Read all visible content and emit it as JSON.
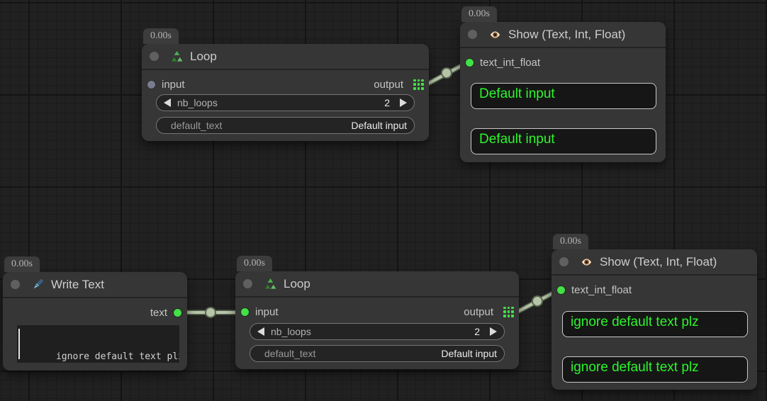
{
  "colors": {
    "accent_green": "#44e048",
    "value_green": "#2cf52c",
    "link": "#b6c4a8",
    "link_outline": "#5a6650",
    "node_bg": "#363636",
    "canvas_bg": "#212121"
  },
  "nodes": {
    "loop_top": {
      "badge": "0.00s",
      "icon": "recycle-icon",
      "title": "Loop",
      "input_label": "input",
      "output_label": "output",
      "nb_loops_label": "nb_loops",
      "nb_loops_value": "2",
      "default_text_label": "default_text",
      "default_text_value": "Default input"
    },
    "show_top": {
      "badge": "0.00s",
      "icon": "eye-icon",
      "title": "Show (Text, Int, Float)",
      "input_label": "text_int_float",
      "display_1": "Default input",
      "display_2": "Default input"
    },
    "write_text": {
      "badge": "0.00s",
      "icon": "pen-icon",
      "title": "Write Text",
      "output_label": "text",
      "text_value": "ignore default text plz"
    },
    "loop_bottom": {
      "badge": "0.00s",
      "icon": "recycle-icon",
      "title": "Loop",
      "input_label": "input",
      "output_label": "output",
      "nb_loops_label": "nb_loops",
      "nb_loops_value": "2",
      "default_text_label": "default_text",
      "default_text_value": "Default input"
    },
    "show_bottom": {
      "badge": "0.00s",
      "icon": "eye-icon",
      "title": "Show (Text, Int, Float)",
      "input_label": "text_int_float",
      "display_1": "ignore default text plz",
      "display_2": "ignore default text plz"
    }
  }
}
